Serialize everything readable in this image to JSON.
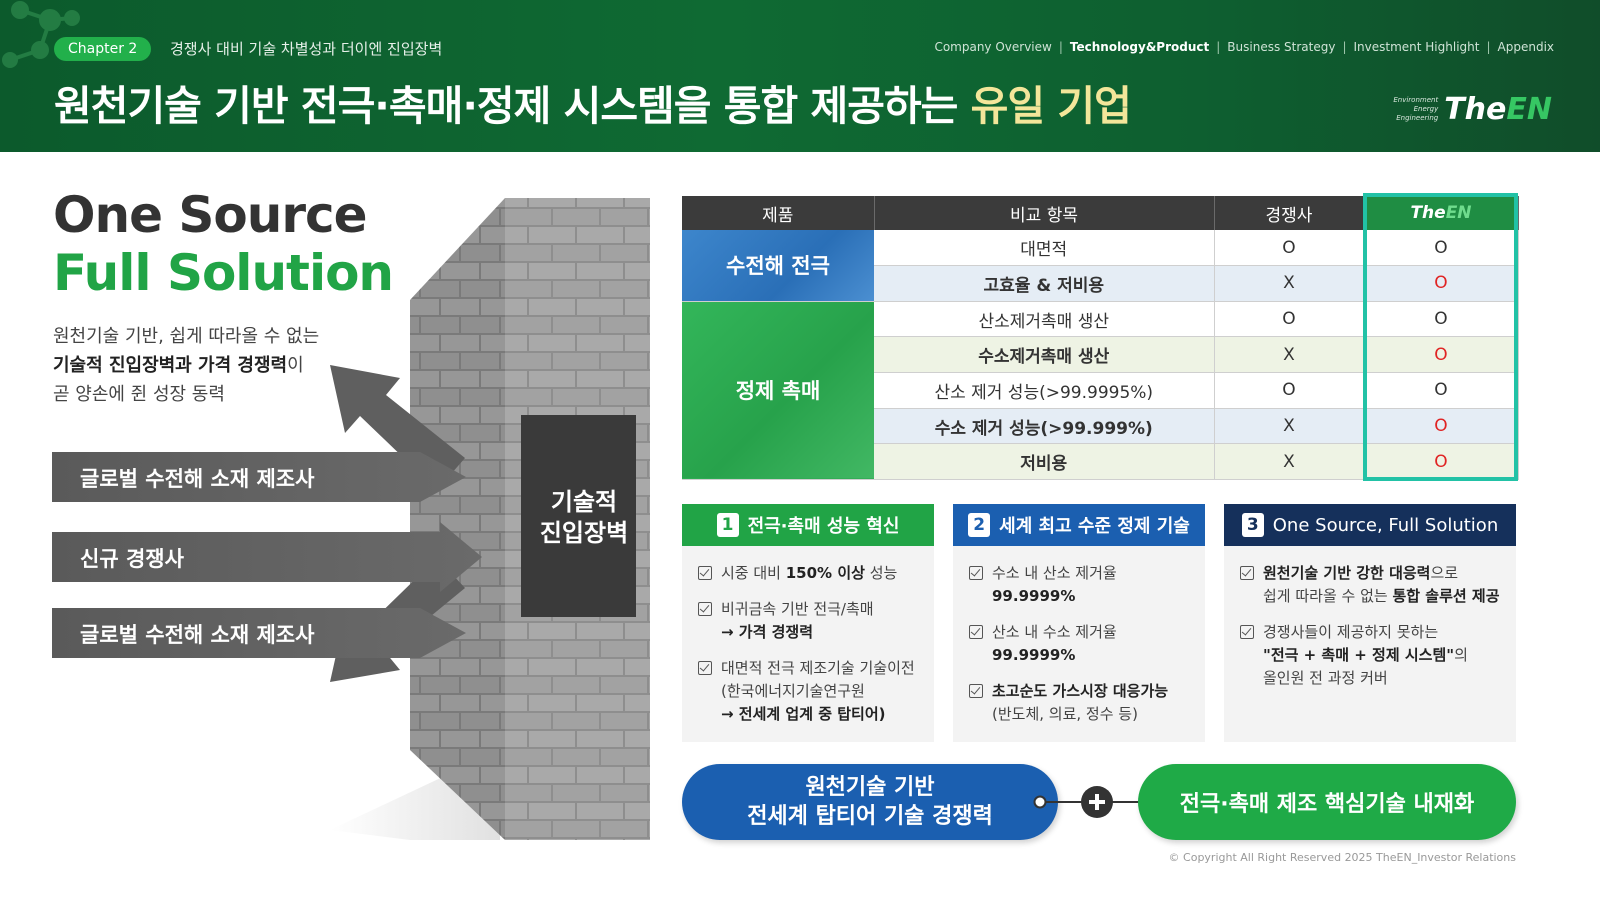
{
  "header": {
    "chapter": "Chapter 2",
    "chapter_subtitle": "경쟁사 대비 기술 차별성과 더이엔 진입장벽",
    "nav": [
      "Company Overview",
      "Technology&Product",
      "Business Strategy",
      "Investment Highlight",
      "Appendix"
    ],
    "nav_active_index": 1,
    "title_main": "원천기술 기반 전극·촉매·정제 시스템을 통합 제공하는 ",
    "title_highlight": "유일 기업",
    "logo_tagline": [
      "Environment",
      "Energy",
      "Engineering"
    ],
    "logo_the": "The",
    "logo_en": "EN"
  },
  "left": {
    "hero_line1": "One Source",
    "hero_line2": "Full Solution",
    "desc_line1": "원천기술 기반, 쉽게 따라올 수 없는",
    "desc_bold": "기술적 진입장벽과 가격 경쟁력",
    "desc_after_bold": "이",
    "desc_line3": "곧 양손에 쥔 성장 동력",
    "arrows": [
      "글로벌 수전해 소재 제조사",
      "신규 경쟁사",
      "글로벌 수전해 소재 제조사"
    ],
    "barrier_line1": "기술적",
    "barrier_line2": "진입장벽"
  },
  "table": {
    "headers": [
      "제품",
      "비교 항목",
      "경쟁사"
    ],
    "header_theen_the": "The",
    "header_theen_en": "EN",
    "category_electrode": "수전해 전극",
    "category_catalyst": "정제 촉매",
    "rows": [
      {
        "item": "대면적",
        "competitor": "O",
        "theen": "O"
      },
      {
        "item": "고효율 & 저비용",
        "competitor": "X",
        "theen": "O"
      },
      {
        "item": "산소제거촉매 생산",
        "competitor": "O",
        "theen": "O"
      },
      {
        "item": "수소제거촉매 생산",
        "competitor": "X",
        "theen": "O"
      },
      {
        "item": "산소 제거 성능(>99.9995%)",
        "competitor": "O",
        "theen": "O"
      },
      {
        "item": "수소 제거 성능(>99.999%)",
        "competitor": "X",
        "theen": "O"
      },
      {
        "item": "저비용",
        "competitor": "X",
        "theen": "O"
      }
    ]
  },
  "cards": [
    {
      "num": "1",
      "title": "전극·촉매 성능 혁신",
      "color": "#21a446",
      "items": [
        {
          "pre": "시중 대비 ",
          "bold": "150% 이상",
          "post": " 성능"
        },
        {
          "pre": "비귀금속 기반 전극/촉매",
          "line2": "→ 가격 경쟁력"
        },
        {
          "pre": "대면적 전극 제조기술 기술이전",
          "line2": "(한국에너지기술연구원",
          "line3": "→ 전세계 업계 중 탑티어)"
        }
      ]
    },
    {
      "num": "2",
      "title": "세계 최고 수준 정제 기술",
      "color": "#1b5fb0",
      "items": [
        {
          "pre": "수소 내 산소 제거율 ",
          "bold": "99.9999%",
          "post": ""
        },
        {
          "pre": "산소 내 수소 제거율 ",
          "bold": "99.9999%",
          "post": ""
        },
        {
          "bold": "초고순도 가스시장 대응가능",
          "line2": "(반도체, 의료, 정수 등)"
        }
      ]
    },
    {
      "num": "3",
      "title": "One Source, Full Solution",
      "color": "#15305b",
      "items": [
        {
          "bold": "원천기술 기반 강한 대응력",
          "post": "으로",
          "line2a": "쉽게 따라올 수 없는 ",
          "line2b": "통합 솔루션 제공"
        },
        {
          "pre": "경쟁사들이 제공하지 못하는",
          "line2": "\"전극 + 촉매 + 정제 시스템\"",
          "line2_suffix": "의",
          "line3": "올인원 전 과정 커버"
        }
      ]
    }
  ],
  "bottom": {
    "blue_line1": "원천기술 기반",
    "blue_line2": "전세계 탑티어 기술 경쟁력",
    "green": "전극·촉매 제조 핵심기술 내재화"
  },
  "copyright": "© Copyright All Right Reserved 2025 TheEN_Investor Relations",
  "colors": {
    "header_green": "#0f6a33",
    "accent_green": "#21a446",
    "accent_blue": "#1b5fb0",
    "navy": "#15305b",
    "red_o": "#e02424",
    "teal_box": "#22c2a6"
  }
}
